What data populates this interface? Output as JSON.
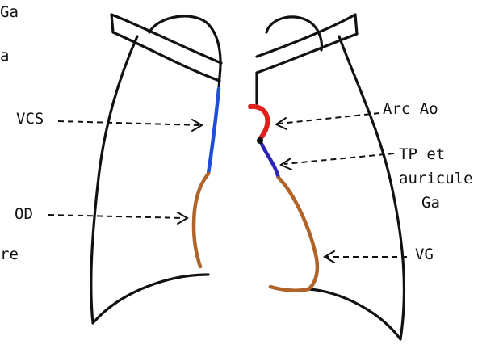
{
  "labels": {
    "top_left_ga": "Ga",
    "left_a": "a",
    "vcs": "VCS",
    "od": "OD",
    "left_re": "re",
    "arc_ao": "Arc Ao",
    "tp_line1": "TP et",
    "tp_line2": "auricule",
    "tp_line3": "Ga",
    "vg": "VG"
  },
  "colors": {
    "outline": "#111111",
    "vcs_segment": "#1f4fd6",
    "od_segment": "#b0642a",
    "arc_ao_segment": "#e0201a",
    "tp_segment": "#2a23b8",
    "vg_segment": "#b0642a"
  }
}
